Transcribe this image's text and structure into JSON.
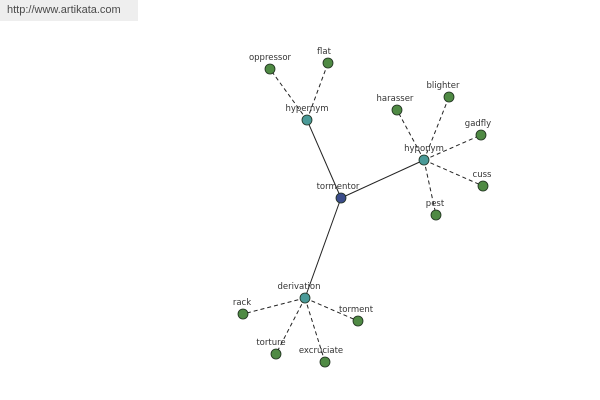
{
  "site": {
    "url_text": "http://www.artikata.com"
  },
  "colors": {
    "center": "#3b4c8a",
    "relation": "#4a9a98",
    "word": "#4f8a44",
    "edge": "#222222"
  },
  "graph": {
    "center": "tormentor",
    "relations": [
      {
        "id": "hypernym",
        "label": "hypernym",
        "words": [
          "oppressor",
          "flat"
        ]
      },
      {
        "id": "hyponym",
        "label": "hyponym",
        "words": [
          "harasser",
          "blighter",
          "gadfly",
          "cuss",
          "pest"
        ]
      },
      {
        "id": "derivation",
        "label": "derivation",
        "words": [
          "rack",
          "torture",
          "excruciate",
          "torment"
        ]
      }
    ]
  }
}
